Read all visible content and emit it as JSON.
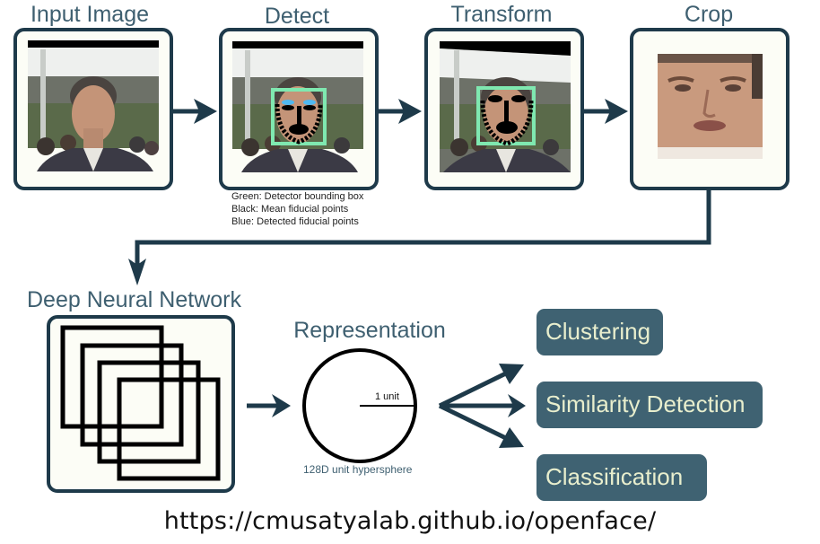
{
  "pipeline": {
    "stages": [
      {
        "id": "input-image",
        "title": "Input Image"
      },
      {
        "id": "detect",
        "title": "Detect"
      },
      {
        "id": "transform",
        "title": "Transform"
      },
      {
        "id": "crop",
        "title": "Crop"
      }
    ],
    "detect_legend": [
      "Green: Detector bounding box",
      "Black: Mean fiducial points",
      "Blue: Detected fiducial points"
    ],
    "network": {
      "title": "Deep Neural Network"
    },
    "representation": {
      "title": "Representation",
      "radius_label": "1 unit",
      "caption": "128D unit hypersphere"
    },
    "applications": [
      "Clustering",
      "Similarity Detection",
      "Classification"
    ]
  },
  "footer": {
    "url": "https://cmusatyalab.github.io/openface/"
  },
  "colors": {
    "arrow": "#1e3a4a",
    "card_border": "#1e3a4a",
    "card_fill": "#fcfdf6",
    "title_text": "#3e5f70",
    "pill_fill": "#3f6272",
    "pill_text": "#e8eecd",
    "bbox_green": "#7fe8b0",
    "detected_blue": "#4fb8f0"
  }
}
